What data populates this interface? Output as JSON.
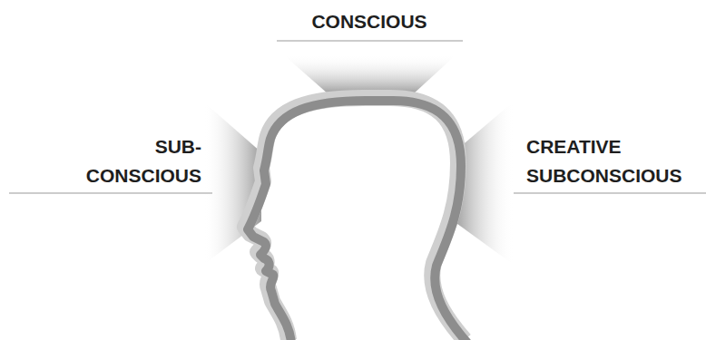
{
  "diagram": {
    "labels": [
      "CONSCIOUS",
      "SUB- CONSCIOUS",
      "CREATIVE SUBCONSCIOUS"
    ]
  }
}
